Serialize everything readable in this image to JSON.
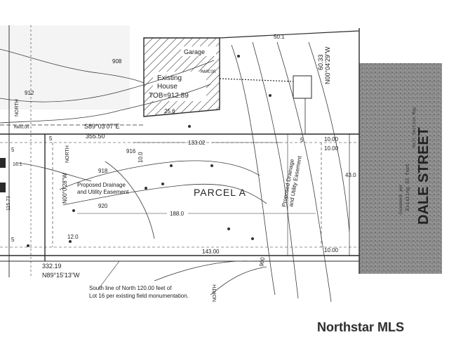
{
  "labels": {
    "garage": "Garage",
    "existing_house_1": "Existing",
    "existing_house_2": "House",
    "tob": "TOB=912.89",
    "parcel": "PARCEL A",
    "drainage_left_1": "Proposed Drainage",
    "drainage_left_2": "and Utility Easement",
    "drainage_right_1": "Proposed Drainage",
    "drainage_right_2": "and Utility Easement",
    "street": "DALE STREET",
    "bearing_top": "S89°03'07\"E",
    "dist_top": "355.50",
    "bearing_bottom": "N89°15'13\"W",
    "dist_bottom": "332.19",
    "bearing_right": "N00°04'29\"W",
    "dist_right": "60.33",
    "bearing_left": "N00°0'28\"W",
    "dim_133": "133.02",
    "dim_188": "188.0",
    "dim_143": "143.00",
    "dim_50": "50.1",
    "dim_43": "43.0",
    "dim_10a": "10.00",
    "dim_10b": "10.00",
    "dim_10c": "10.00",
    "dim_10d": "10.0",
    "dim_12": "12.0",
    "dim_25": "25.6",
    "dim_5a": "5",
    "dim_5b": "5",
    "dim_5c": "5",
    "dim_5d": "5",
    "north_1": "NORTH",
    "north_2": "NORTH",
    "north_3": "NORTH",
    "elev_916": "916",
    "elev_918": "918",
    "elev_920": "920",
    "elev_912": "912",
    "elev_908": "908",
    "elev_900": "900",
    "south_line_1": "South line of North 120.00 feet of",
    "south_line_2": "Lot 16 per existing field monumentation.",
    "easement_1": "Existing 33 foot",
    "easement_2": "Easement per",
    "easement_3": "Hall Section Map",
    "marcor_1": "MARCOR",
    "marcor_2": "MARCOR",
    "dist_115": "115.73",
    "dist_16": "16.1",
    "watermark": "Northstar MLS"
  },
  "colors": {
    "line": "#2a2a2a",
    "street_fill": "#8e8e8e",
    "street_speckle": "#5a5a5a",
    "hatch": "#3a3a3a",
    "watermark": "#ffffff"
  }
}
